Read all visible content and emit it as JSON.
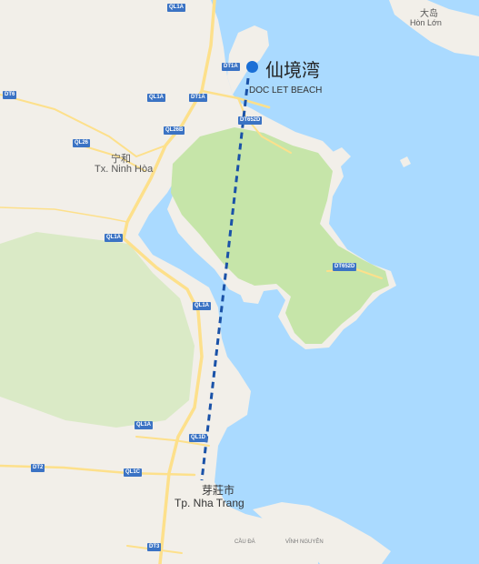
{
  "map": {
    "colors": {
      "water": "#aadaff",
      "land": "#f2efe9",
      "park": "#c6e5a9",
      "road": "#fde08b",
      "route_line": "#1a52a8",
      "marker": "#1a6fd6",
      "shield": "#3b73c4"
    },
    "destination": {
      "name_zh": "仙境湾",
      "name_en": "DOC LET BEACH",
      "icon": "blue-dot-marker-icon"
    },
    "city": {
      "name_zh": "芽莊市",
      "name_vi": "Tp. Nha Trang"
    },
    "town": {
      "name_zh": "宁和",
      "name_vi": "Tx. Ninh Hòa"
    },
    "island": {
      "name_zh": "大岛",
      "name_vi": "Hòn Lớn"
    },
    "small_labels": {
      "cau_da": "CẦU ĐÁ",
      "vinh_nguyen": "VĨNH NGUYÊN"
    },
    "route_shields": [
      "QL1A",
      "DT1A",
      "DT6",
      "QL1A",
      "DT1A",
      "DT652D",
      "QL26B",
      "QL26",
      "QL1A",
      "DT652D",
      "QL1A",
      "QL1A",
      "QL1D",
      "DT2",
      "QL1C",
      "DT3"
    ]
  }
}
